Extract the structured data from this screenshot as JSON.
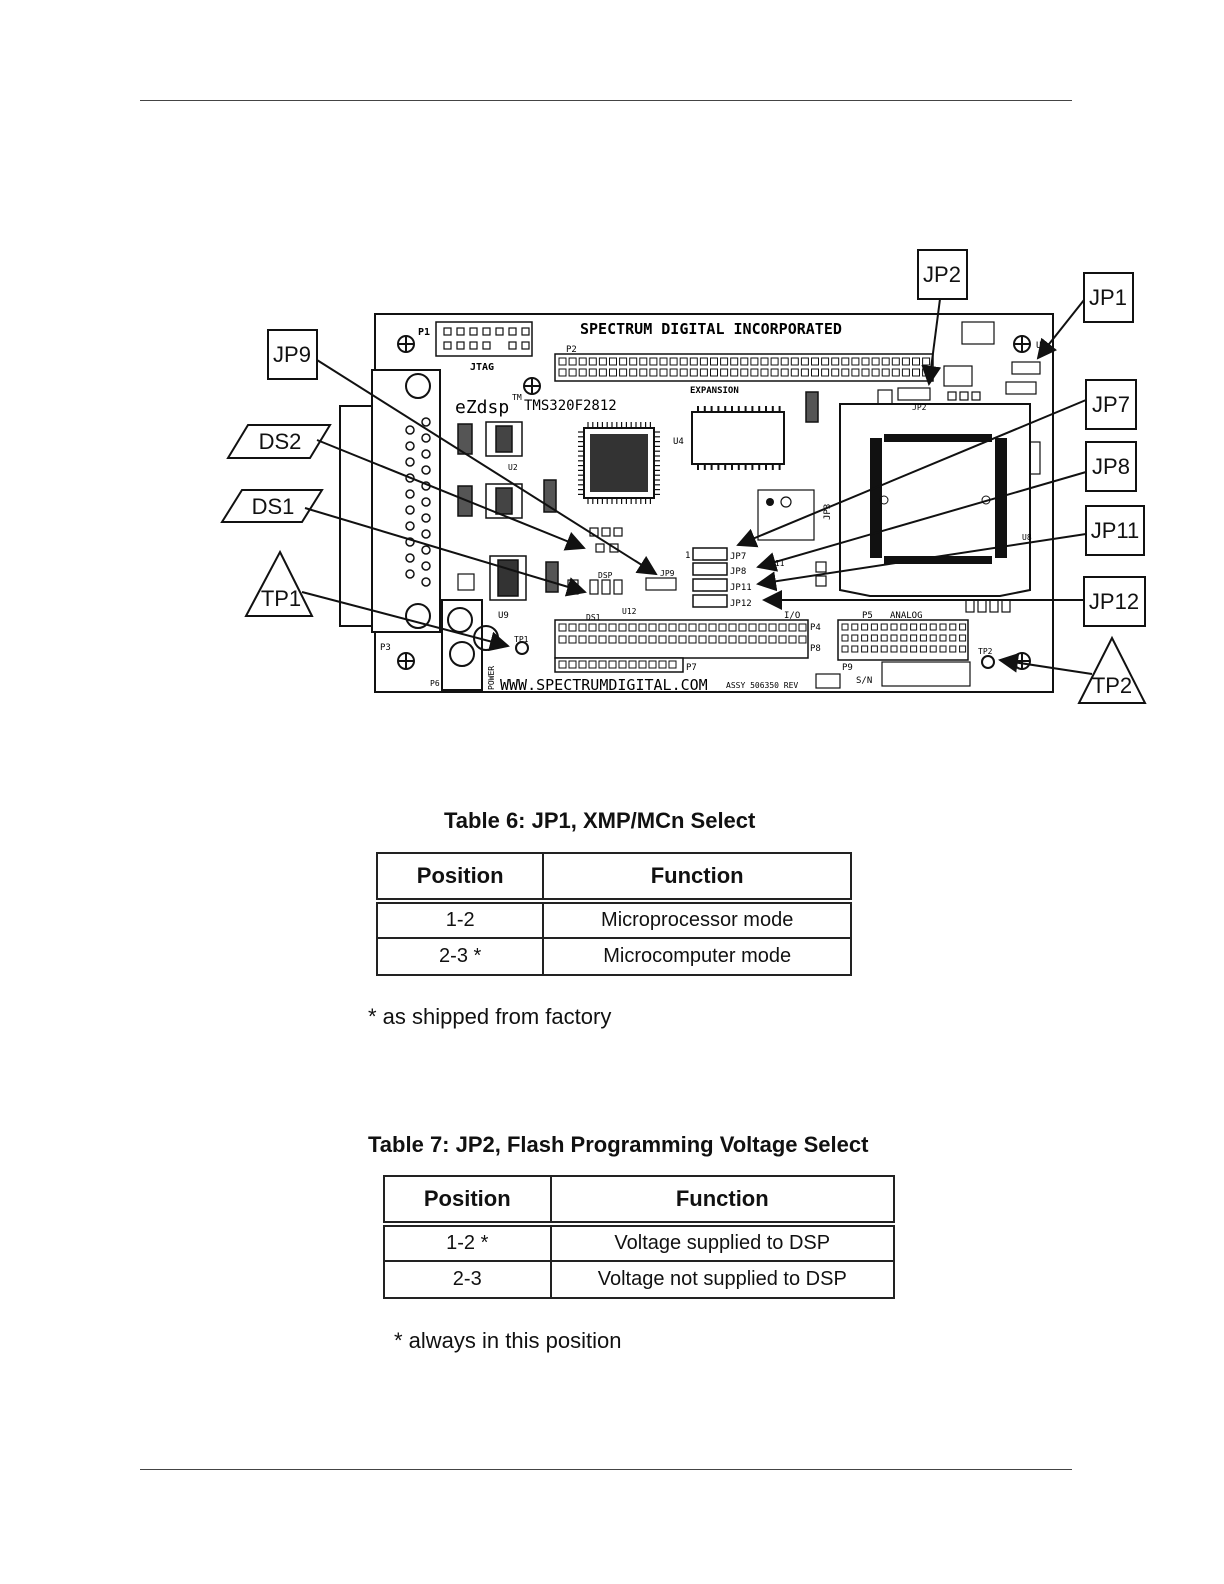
{
  "diagram": {
    "callouts": {
      "jp2": "JP2",
      "jp1": "JP1",
      "jp9": "JP9",
      "ds2": "DS2",
      "ds1": "DS1",
      "tp1": "TP1",
      "jp7": "JP7",
      "jp8": "JP8",
      "jp11": "JP11",
      "jp12": "JP12",
      "tp2": "TP2"
    },
    "board": {
      "company": "SPECTRUM DIGITAL INCORPORATED",
      "product": "eZdsp",
      "tm": "TM",
      "part": "TMS320F2812",
      "website": "WWW.SPECTRUMDIGITAL.COM",
      "assy": "ASSY 506350 REV",
      "jtag": "JTAG",
      "expansion": "EXPANSION",
      "analog": "ANALOG",
      "io": "I/O",
      "sn": "S/N",
      "power": "POWER",
      "dsp": "DSP",
      "labels": {
        "p1": "P1",
        "p2": "P2",
        "p3": "P3",
        "p4": "P4",
        "p5": "P5",
        "p6": "P6",
        "p7": "P7",
        "p8": "P8",
        "p9": "P9",
        "u1": "U1",
        "u2": "U2",
        "u4": "U4",
        "u8": "U8",
        "u9": "U9",
        "u11": "U11",
        "u12": "U12",
        "jp7": "JP7",
        "jp8": "JP8",
        "jp9": "JP9",
        "jp11": "JP11",
        "jp12": "JP12",
        "jp2": "JP2",
        "jp3": "JP3",
        "ds1": "DS1",
        "tp1": "TP1",
        "tp2": "TP2",
        "one": "1",
        "two": "2",
        "d": "D"
      }
    }
  },
  "table6": {
    "title": "Table 6: JP1, XMP/MCn Select",
    "headers": {
      "position": "Position",
      "function": "Function"
    },
    "rows": [
      {
        "position": "1-2",
        "function": "Microprocessor mode"
      },
      {
        "position": "2-3 *",
        "function": "Microcomputer mode"
      }
    ],
    "note": "* as shipped from factory"
  },
  "table7": {
    "title": "Table 7: JP2, Flash Programming Voltage Select",
    "headers": {
      "position": "Position",
      "function": "Function"
    },
    "rows": [
      {
        "position": "1-2 *",
        "function": "Voltage supplied to DSP"
      },
      {
        "position": "2-3",
        "function": "Voltage not supplied to DSP"
      }
    ],
    "note": "* always in this position"
  }
}
